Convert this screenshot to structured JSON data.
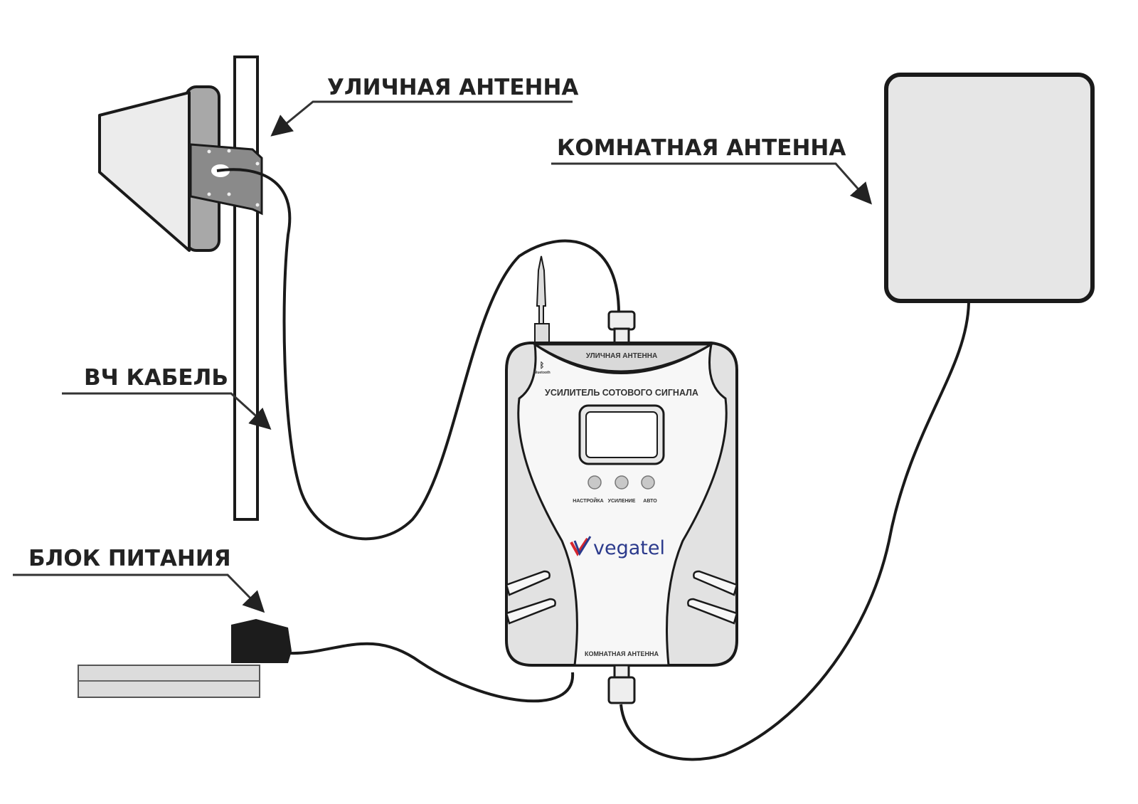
{
  "labels": {
    "outdoor_antenna": "УЛИЧНАЯ АНТЕННА",
    "indoor_antenna": "КОМНАТНАЯ АНТЕННА",
    "rf_cable": "ВЧ КАБЕЛЬ",
    "power_supply": "БЛОК ПИТАНИЯ"
  },
  "device": {
    "top_port_label": "УЛИЧНАЯ АНТЕННА",
    "title": "УСИЛИТЕЛЬ СОТОВОГО СИГНАЛА",
    "bluetooth_label": "Bluetooth",
    "buttons": [
      "НАСТРОЙКА",
      "УСИЛЕНИЕ",
      "АВТО"
    ],
    "brand": "vegatel",
    "bottom_port_label": "КОМНАТНАЯ АНТЕННА"
  },
  "colors": {
    "outline": "#1a1a1a",
    "body_fill": "#f2f2f2",
    "panel_gray": "#d9d9d9",
    "bracket_gray": "#8a8a8a",
    "brand_blue": "#2b3a8c",
    "brand_red": "#d6262f"
  }
}
